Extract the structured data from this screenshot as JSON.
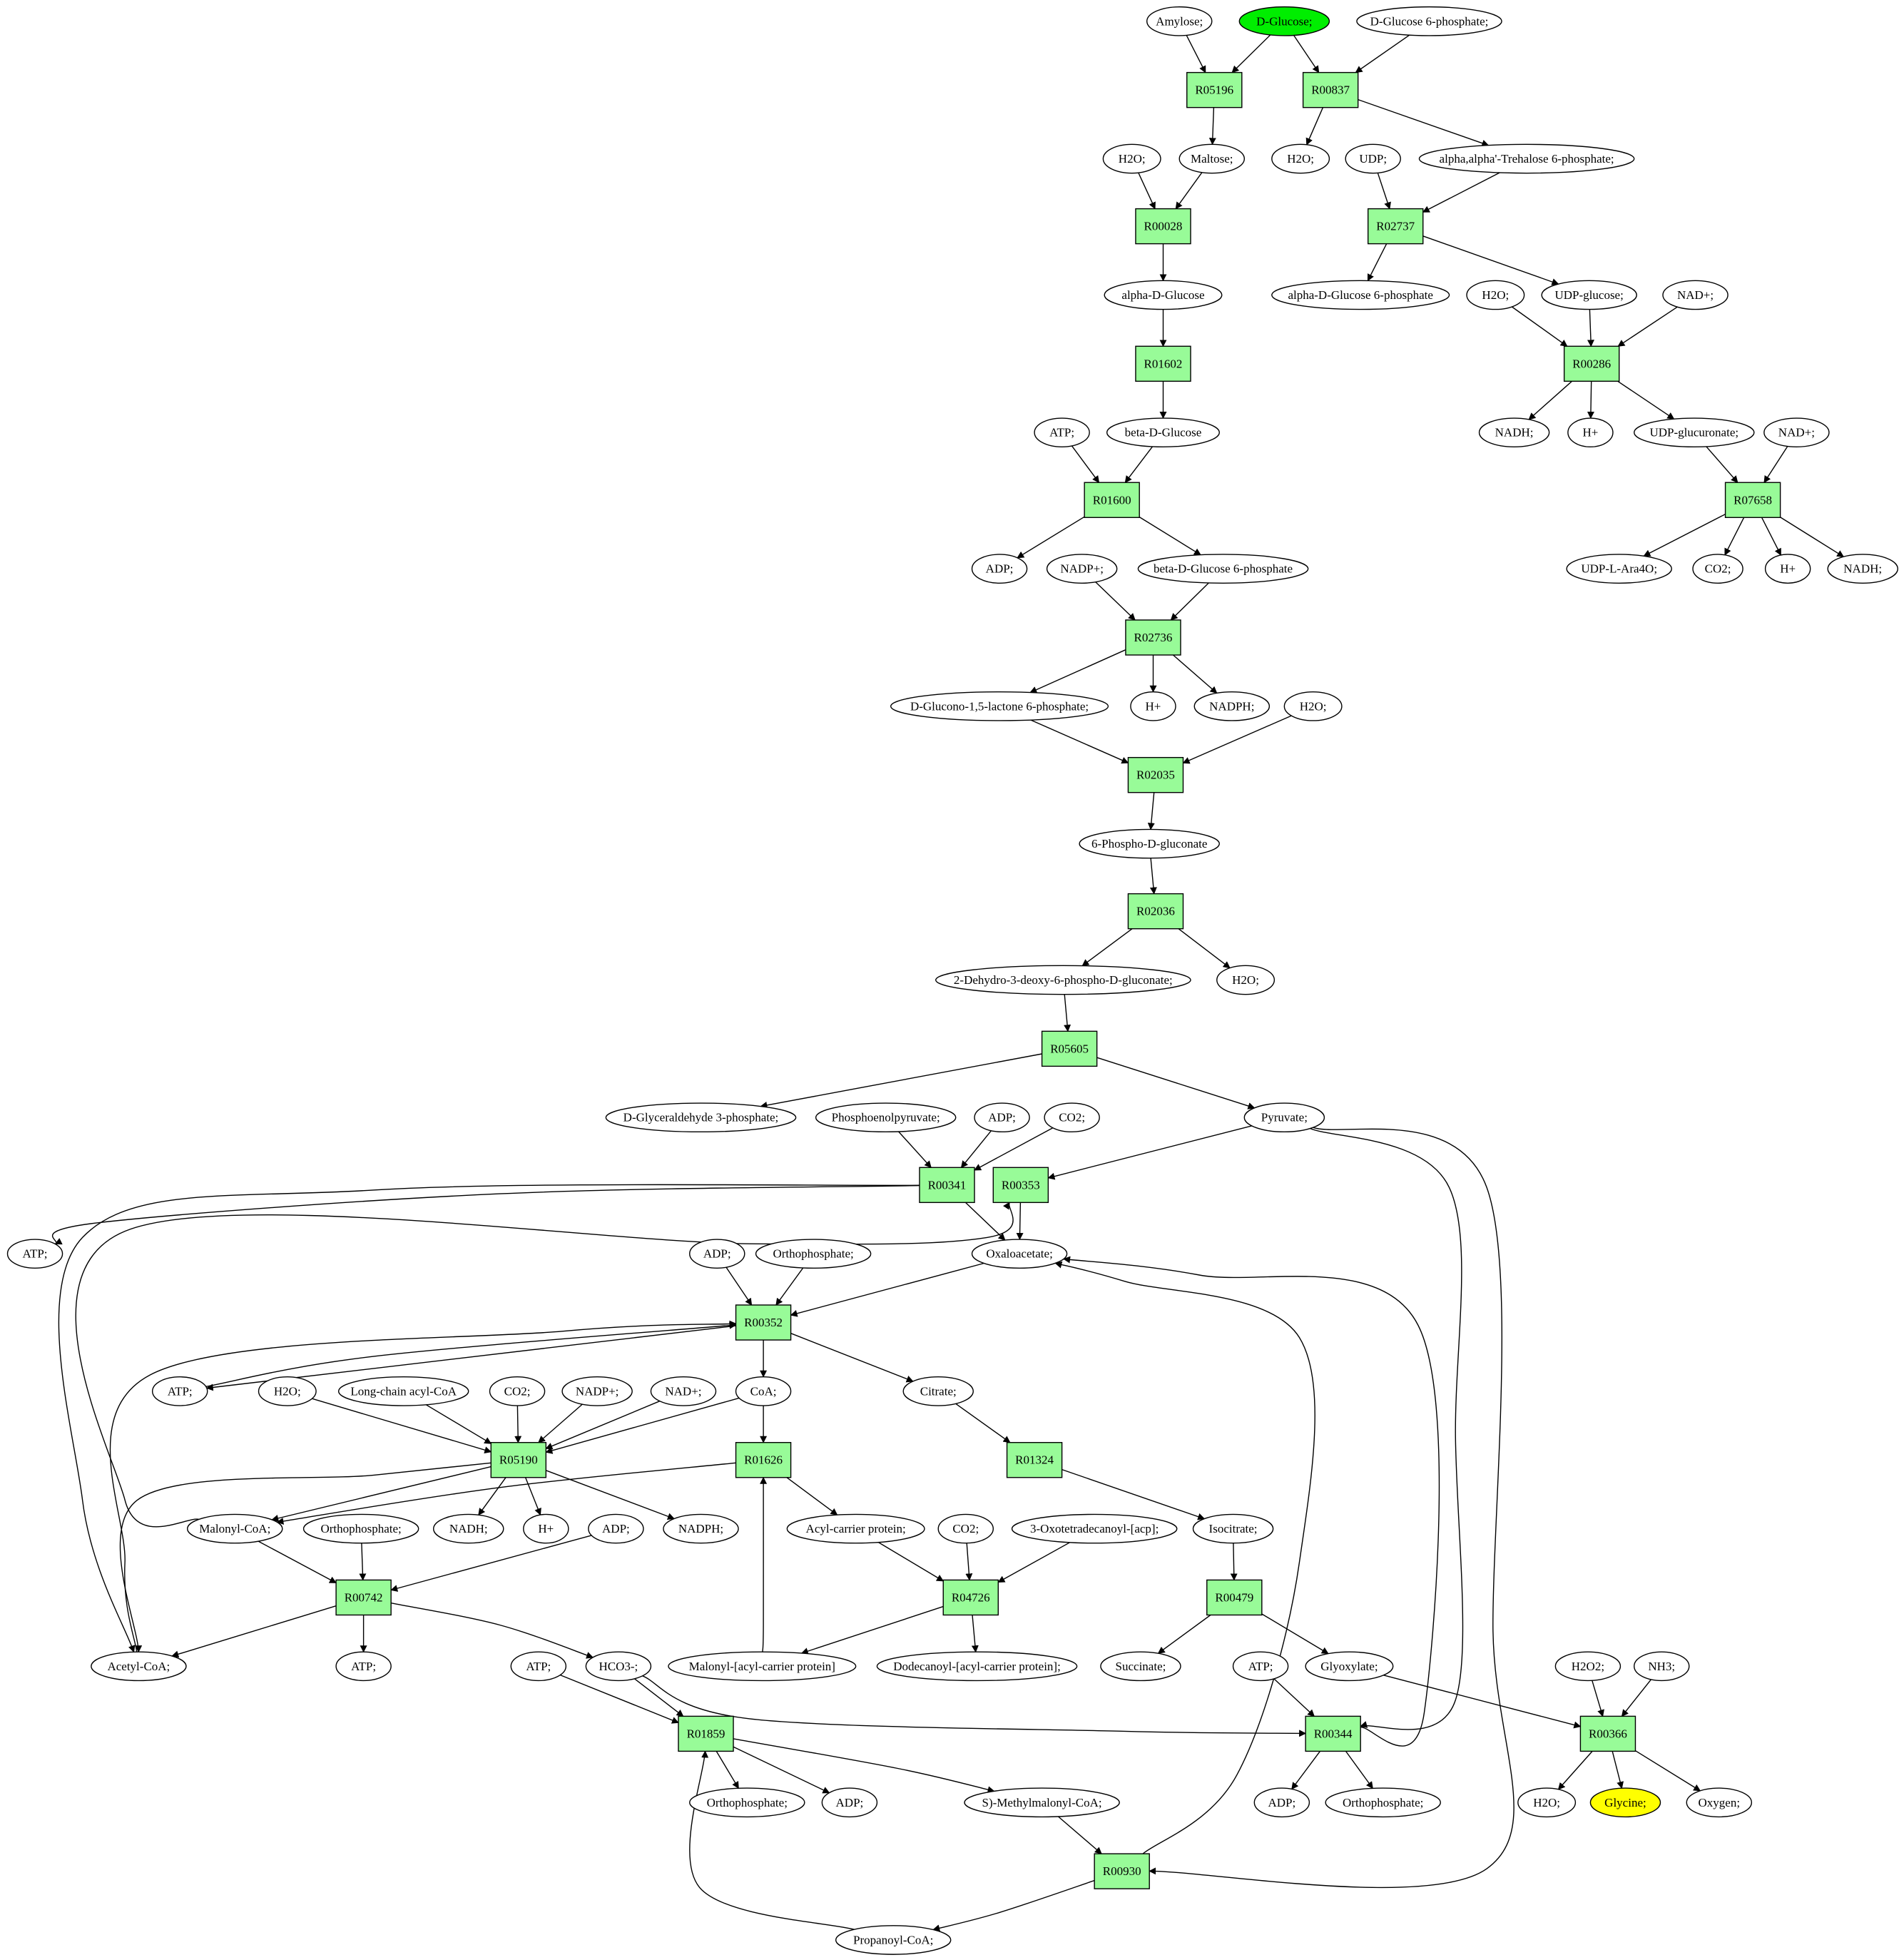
{
  "colors": {
    "background": "#ffffff",
    "reaction_fill": "#98fb98",
    "compound_fill": "#ffffff",
    "source_fill": "#00ee00",
    "target_fill": "#ffff00",
    "stroke": "#000000"
  },
  "compounds": [
    {
      "id": "amylose",
      "label": "Amylose;"
    },
    {
      "id": "dglucose",
      "label": "D-Glucose;",
      "highlight": "source"
    },
    {
      "id": "dglc6p",
      "label": "D-Glucose 6-phosphate;"
    },
    {
      "id": "h2o_a",
      "label": "H2O;"
    },
    {
      "id": "maltose",
      "label": "Maltose;"
    },
    {
      "id": "h2o_b",
      "label": "H2O;"
    },
    {
      "id": "udp",
      "label": "UDP;"
    },
    {
      "id": "trehalose6p",
      "label": "alpha,alpha'-Trehalose 6-phosphate;"
    },
    {
      "id": "alphadglc",
      "label": "alpha-D-Glucose"
    },
    {
      "id": "adglc6p",
      "label": "alpha-D-Glucose 6-phosphate"
    },
    {
      "id": "h2o_c",
      "label": "H2O;"
    },
    {
      "id": "udpglc",
      "label": "UDP-glucose;"
    },
    {
      "id": "nad_a",
      "label": "NAD+;"
    },
    {
      "id": "betadglc",
      "label": "beta-D-Glucose"
    },
    {
      "id": "atp_a",
      "label": "ATP;"
    },
    {
      "id": "nadh_a",
      "label": "NADH;"
    },
    {
      "id": "h_a",
      "label": "H+"
    },
    {
      "id": "udpglcua",
      "label": "UDP-glucuronate;"
    },
    {
      "id": "nad_b",
      "label": "NAD+;"
    },
    {
      "id": "adp_a",
      "label": "ADP;"
    },
    {
      "id": "nadp_a",
      "label": "NADP+;"
    },
    {
      "id": "bdglc6p",
      "label": "beta-D-Glucose 6-phosphate"
    },
    {
      "id": "udpara4o",
      "label": "UDP-L-Ara4O;"
    },
    {
      "id": "co2_a",
      "label": "CO2;"
    },
    {
      "id": "h_b",
      "label": "H+"
    },
    {
      "id": "nadh_b",
      "label": "NADH;"
    },
    {
      "id": "glcnolactone",
      "label": "D-Glucono-1,5-lactone 6-phosphate;"
    },
    {
      "id": "h_c",
      "label": "H+"
    },
    {
      "id": "nadph_a",
      "label": "NADPH;"
    },
    {
      "id": "h2o_d",
      "label": "H2O;"
    },
    {
      "id": "pgluconate",
      "label": "6-Phospho-D-gluconate"
    },
    {
      "id": "kdpg",
      "label": "2-Dehydro-3-deoxy-6-phospho-D-gluconate;"
    },
    {
      "id": "h2o_e",
      "label": "H2O;"
    },
    {
      "id": "g3p",
      "label": "D-Glyceraldehyde 3-phosphate;"
    },
    {
      "id": "pep",
      "label": "Phosphoenolpyruvate;"
    },
    {
      "id": "adp_b",
      "label": "ADP;"
    },
    {
      "id": "co2_b",
      "label": "CO2;"
    },
    {
      "id": "pyruvate",
      "label": "Pyruvate;"
    },
    {
      "id": "atp_b",
      "label": "ATP;"
    },
    {
      "id": "oaa",
      "label": "Oxaloacetate;"
    },
    {
      "id": "adp_c",
      "label": "ADP;"
    },
    {
      "id": "pi_a",
      "label": "Orthophosphate;"
    },
    {
      "id": "atp_c",
      "label": "ATP;"
    },
    {
      "id": "h2o_f",
      "label": "H2O;"
    },
    {
      "id": "lcacoa",
      "label": "Long-chain acyl-CoA"
    },
    {
      "id": "co2_c",
      "label": "CO2;"
    },
    {
      "id": "nadp_b",
      "label": "NADP+;"
    },
    {
      "id": "nad_c",
      "label": "NAD+;"
    },
    {
      "id": "coa",
      "label": "CoA;"
    },
    {
      "id": "citrate",
      "label": "Citrate;"
    },
    {
      "id": "malonylcoa",
      "label": "Malonyl-CoA;"
    },
    {
      "id": "pi_b",
      "label": "Orthophosphate;"
    },
    {
      "id": "nadh_c",
      "label": "NADH;"
    },
    {
      "id": "h_d",
      "label": "H+"
    },
    {
      "id": "adp_d",
      "label": "ADP;"
    },
    {
      "id": "nadph_b",
      "label": "NADPH;"
    },
    {
      "id": "acp",
      "label": "Acyl-carrier protein;"
    },
    {
      "id": "co2_d",
      "label": "CO2;"
    },
    {
      "id": "oxotetra",
      "label": "3-Oxotetradecanoyl-[acp];"
    },
    {
      "id": "isocitrate",
      "label": "Isocitrate;"
    },
    {
      "id": "acetylcoa",
      "label": "Acetyl-CoA;"
    },
    {
      "id": "atp_d",
      "label": "ATP;"
    },
    {
      "id": "atp_e",
      "label": "ATP;"
    },
    {
      "id": "hco3",
      "label": "HCO3-;"
    },
    {
      "id": "malonylacp",
      "label": "Malonyl-[acyl-carrier protein]"
    },
    {
      "id": "dodecanoylacp",
      "label": "Dodecanoyl-[acyl-carrier protein];"
    },
    {
      "id": "succinate",
      "label": "Succinate;"
    },
    {
      "id": "atp_f",
      "label": "ATP;"
    },
    {
      "id": "glyoxylate",
      "label": "Glyoxylate;"
    },
    {
      "id": "h2o2",
      "label": "H2O2;"
    },
    {
      "id": "nh3",
      "label": "NH3;"
    },
    {
      "id": "pi_c",
      "label": "Orthophosphate;"
    },
    {
      "id": "adp_e",
      "label": "ADP;"
    },
    {
      "id": "smmcoa",
      "label": "S)-Methylmalonyl-CoA;"
    },
    {
      "id": "adp_f",
      "label": "ADP;"
    },
    {
      "id": "pi_d",
      "label": "Orthophosphate;"
    },
    {
      "id": "h2o_g",
      "label": "H2O;"
    },
    {
      "id": "glycine",
      "label": "Glycine;",
      "highlight": "target"
    },
    {
      "id": "oxygen",
      "label": "Oxygen;"
    },
    {
      "id": "propanoylcoa",
      "label": "Propanoyl-CoA;"
    }
  ],
  "reactions": [
    {
      "id": "R05196",
      "label": "R05196"
    },
    {
      "id": "R00837",
      "label": "R00837"
    },
    {
      "id": "R00028",
      "label": "R00028"
    },
    {
      "id": "R02737",
      "label": "R02737"
    },
    {
      "id": "R01602",
      "label": "R01602"
    },
    {
      "id": "R00286",
      "label": "R00286"
    },
    {
      "id": "R01600",
      "label": "R01600"
    },
    {
      "id": "R07658",
      "label": "R07658"
    },
    {
      "id": "R02736",
      "label": "R02736"
    },
    {
      "id": "R02035",
      "label": "R02035"
    },
    {
      "id": "R02036",
      "label": "R02036"
    },
    {
      "id": "R05605",
      "label": "R05605"
    },
    {
      "id": "R00341",
      "label": "R00341"
    },
    {
      "id": "R00353",
      "label": "R00353"
    },
    {
      "id": "R00352",
      "label": "R00352"
    },
    {
      "id": "R05190",
      "label": "R05190"
    },
    {
      "id": "R01626",
      "label": "R01626"
    },
    {
      "id": "R01324",
      "label": "R01324"
    },
    {
      "id": "R00742",
      "label": "R00742"
    },
    {
      "id": "R04726",
      "label": "R04726"
    },
    {
      "id": "R00479",
      "label": "R00479"
    },
    {
      "id": "R01859",
      "label": "R01859"
    },
    {
      "id": "R00344",
      "label": "R00344"
    },
    {
      "id": "R00366",
      "label": "R00366"
    },
    {
      "id": "R00930",
      "label": "R00930"
    }
  ]
}
